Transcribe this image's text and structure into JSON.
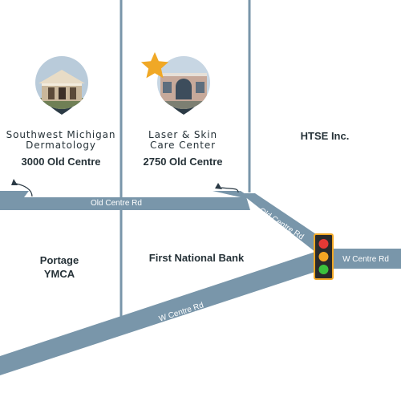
{
  "locations": [
    {
      "name_line1": "Southwest Michigan",
      "name_line2": "Dermatology",
      "address": "3000 Old Centre",
      "featured": false
    },
    {
      "name_line1": "Laser & Skin",
      "name_line2": "Care Center",
      "address": "2750 Old Centre",
      "featured": true
    }
  ],
  "landmarks": {
    "htse": "HTSE Inc.",
    "first_national_bank": "First National Bank",
    "ymca_line1": "Portage",
    "ymca_line2": "YMCA"
  },
  "roads": {
    "old_centre_rd": "Old Centre Rd",
    "old_centre_rd_diagonal": "Old Centre Rd",
    "w_centre_rd_diagonal": "W Centre Rd",
    "w_centre_rd_east": "W Centre Rd"
  },
  "colors": {
    "road": "#7996aa",
    "text": "#263238",
    "star": "#f0a826",
    "pin": "#2b3a45",
    "traffic_light_body": "#2a2a2a",
    "traffic_light_border": "#f2a825",
    "light_red": "#e53935",
    "light_yellow": "#f5a623",
    "light_green": "#3cc23c"
  },
  "icons": [
    "location-pin-icon",
    "star-icon",
    "turn-arrow-icon",
    "traffic-light-icon"
  ]
}
